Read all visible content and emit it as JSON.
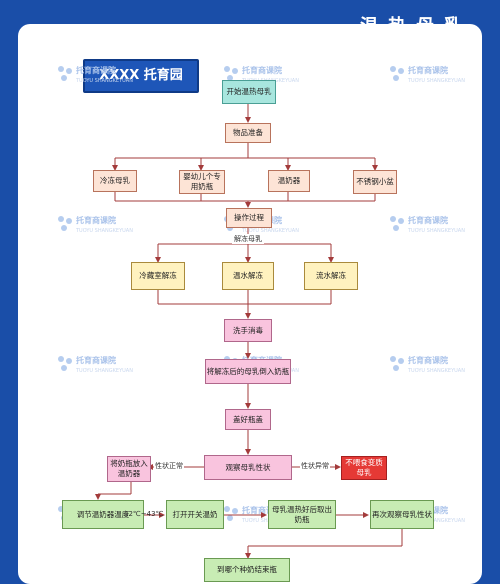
{
  "header": {
    "title": "温热母乳"
  },
  "badge": "XXXX 托育园",
  "watermark": {
    "name": "托育商课院",
    "sub": "TUOYU SHANGKEYUAN"
  },
  "nodes": {
    "start": "开始温热母乳",
    "prep": "物品准备",
    "frozen_milk": "冷冻母乳",
    "baby_bottle": "婴幼儿个专用奶瓶",
    "warmer": "温奶器",
    "steel_basin": "不锈钢小盆",
    "process": "操作过程",
    "fridge_thaw": "冷藏室解冻",
    "warm_water_thaw": "温水解冻",
    "running_water_thaw": "流水解冻",
    "wash_hands": "洗手消毒",
    "pour_milk": "将解冻后的母乳倒入奶瓶",
    "cap_bottle": "盖好瓶盖",
    "observe": "观察母乳性状",
    "abnormal_action": "不喂食变质母乳",
    "put_in_warmer": "将奶瓶放入温奶器",
    "adjust_temp": "调节温奶器温度",
    "turn_on": "打开开关温奶",
    "take_out": "母乳温热好后取出奶瓶",
    "check_again": "再次观察母乳性状",
    "bottom": "到哪个种奶结束瓶"
  },
  "labels": {
    "thaw": "解冻母乳",
    "normal": "性状正常",
    "abnormal": "性状异常",
    "temp": "42℃~43℃"
  }
}
